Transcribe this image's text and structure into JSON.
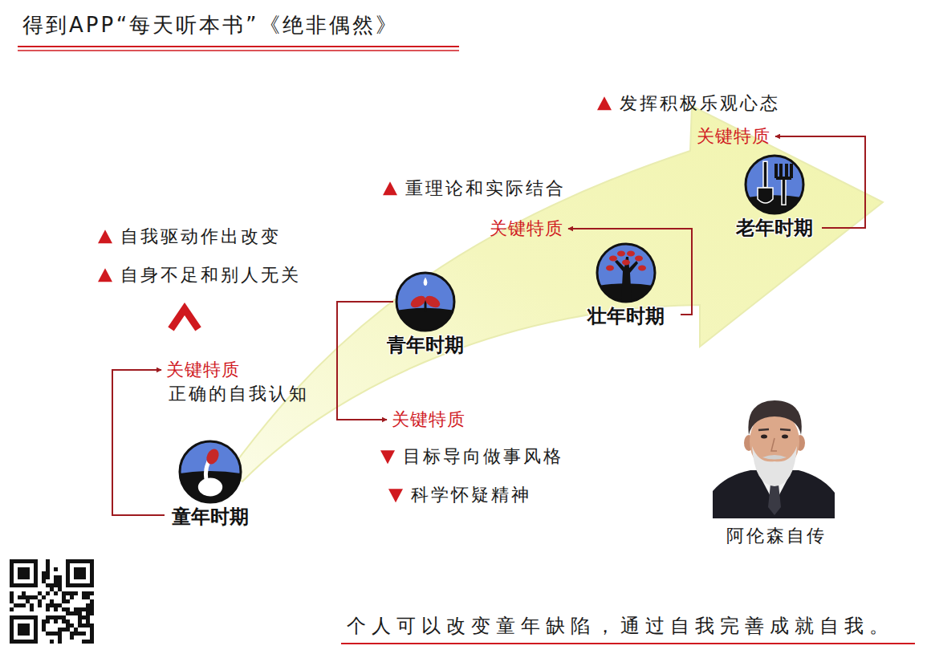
{
  "diagram": {
    "title": "得到APP“每天听本书”《绝非偶然》",
    "caption": "个人可以改变童年缺陷，通过自我完善成就自我。",
    "nodes": [
      {
        "text": [
          "童年时期"
        ]
      },
      {
        "text": [
          "青年时期"
        ]
      },
      {
        "text": [
          "壮年时期"
        ]
      },
      {
        "text": [
          "老年时期"
        ]
      }
    ],
    "labels": [
      "发挥积极乐观心态",
      "关键特质",
      "重理论和实际结合",
      "关键特质",
      "自我驱动作出改变",
      "自身不足和别人无关",
      "关键特质",
      "正确的自我认知",
      "关键特质",
      "目标导向做事风格",
      "科学怀疑精神",
      "阿伦森自传"
    ]
  }
}
